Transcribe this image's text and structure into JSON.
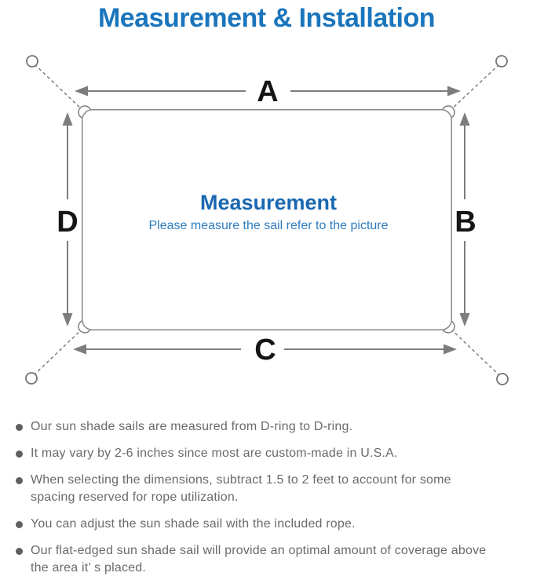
{
  "title": "Measurement & Installation",
  "diagram": {
    "labels": {
      "top": "A",
      "right": "B",
      "bottom": "C",
      "left": "D"
    },
    "center_title": "Measurement",
    "center_subtitle": "Please measure the sail refer to the picture"
  },
  "bullets": [
    "Our sun shade sails are measured from D-ring to D-ring.",
    "It may vary by 2-6 inches since most are custom-made in U.S.A.",
    "When selecting the dimensions, subtract 1.5 to 2 feet to account for some spacing reserved for rope utilization.",
    "You can adjust the sun shade sail with the included rope.",
    "Our flat-edged sun shade sail will provide an optimal amount of coverage above the area it’ s placed."
  ],
  "colors": {
    "title_blue": "#1a75bc",
    "center_title_blue": "#1a68b2",
    "center_subtitle_blue": "#2e7cbe",
    "diagram_line_gray": "#7d7d7d",
    "dimension_letter_black": "#151515",
    "bullet_text_gray": "#6a6a6a",
    "bullet_dot_gray": "#5f5f5f",
    "background": "#ffffff"
  }
}
